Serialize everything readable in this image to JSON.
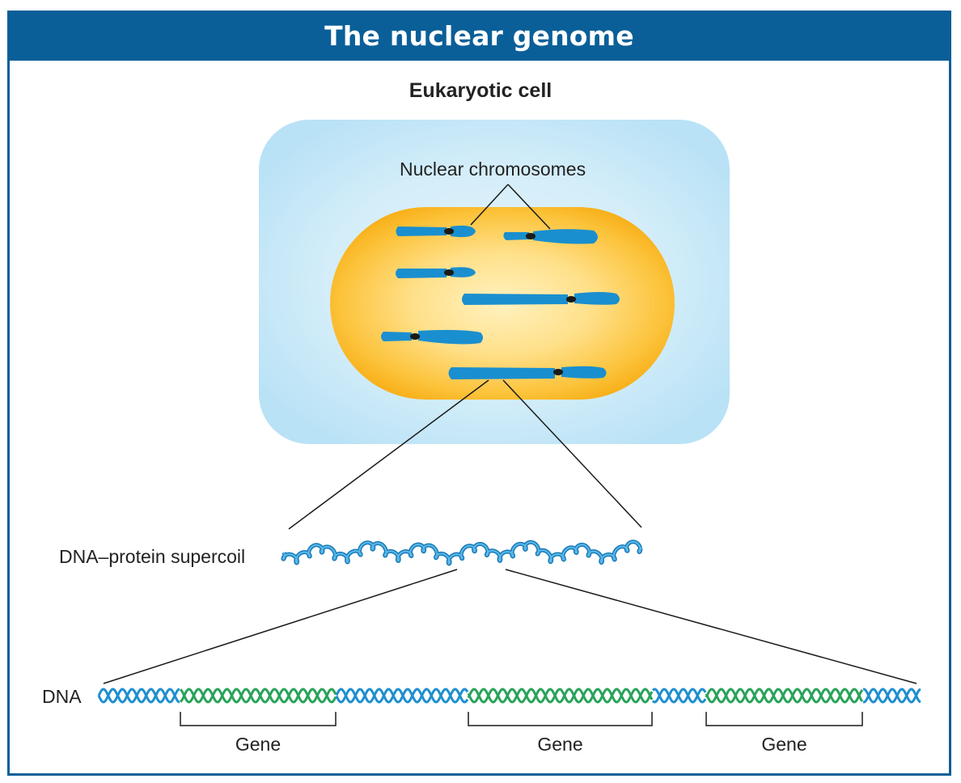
{
  "title": "The nuclear genome",
  "labels": {
    "cell": "Eukaryotic cell",
    "chromosomes": "Nuclear chromosomes",
    "supercoil": "DNA–protein supercoil",
    "dna": "DNA"
  },
  "genes": [
    "Gene",
    "Gene",
    "Gene"
  ],
  "colors": {
    "frame": "#0a5f98",
    "cytoplasm": "#cdeaf8",
    "nucleus": "#fbb829",
    "chromosome": "#1a8fcf",
    "centromere": "#1a1a1a",
    "dna_blue": "#1e8fd0",
    "dna_green": "#29a35a"
  }
}
